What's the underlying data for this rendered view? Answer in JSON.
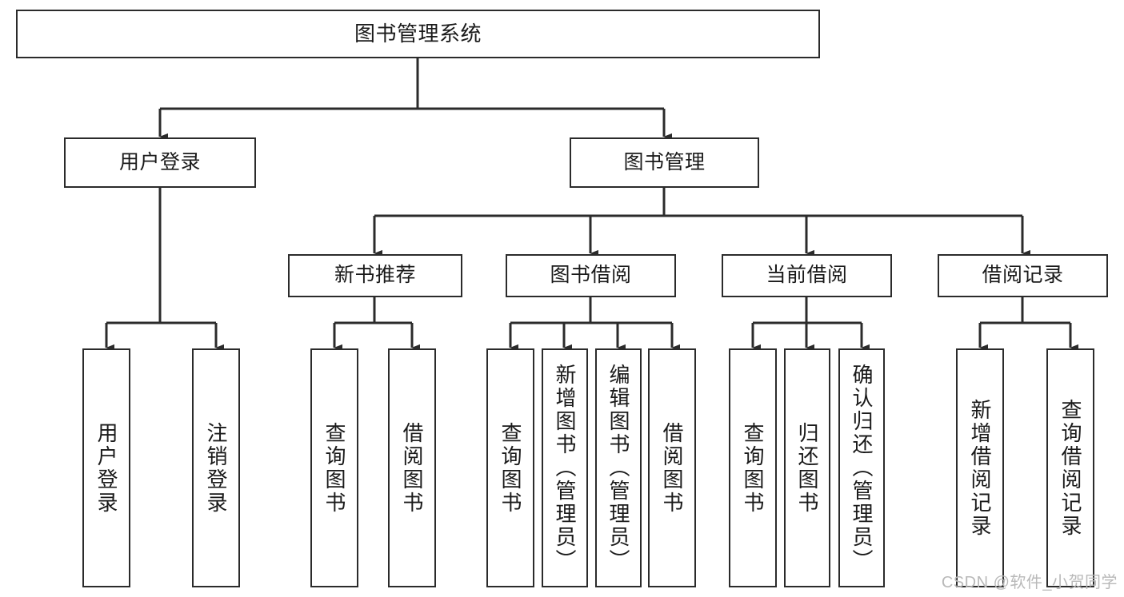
{
  "diagram": {
    "title": "图书管理系统",
    "root": {
      "id": "root",
      "label": "图书管理系统"
    },
    "level2": [
      {
        "id": "user-login",
        "label": "用户登录"
      },
      {
        "id": "book-manage",
        "label": "图书管理"
      }
    ],
    "level3": [
      {
        "id": "new-book-recommend",
        "label": "新书推荐",
        "parent": "book-manage"
      },
      {
        "id": "book-borrow",
        "label": "图书借阅",
        "parent": "book-manage"
      },
      {
        "id": "current-borrow",
        "label": "当前借阅",
        "parent": "book-manage"
      },
      {
        "id": "borrow-record",
        "label": "借阅记录",
        "parent": "book-manage"
      }
    ],
    "leaves": [
      {
        "id": "leaf-user-login",
        "label": "用户登录",
        "parent": "user-login"
      },
      {
        "id": "leaf-logout-login",
        "label": "注销登录",
        "parent": "user-login"
      },
      {
        "id": "leaf-query-book-1",
        "label": "查询图书",
        "parent": "new-book-recommend"
      },
      {
        "id": "leaf-borrow-book-1",
        "label": "借阅图书",
        "parent": "new-book-recommend"
      },
      {
        "id": "leaf-query-book-2",
        "label": "查询图书",
        "parent": "book-borrow"
      },
      {
        "id": "leaf-add-book",
        "label": "新增图书（管理员）",
        "parent": "book-borrow"
      },
      {
        "id": "leaf-edit-book",
        "label": "编辑图书（管理员）",
        "parent": "book-borrow"
      },
      {
        "id": "leaf-borrow-book-2",
        "label": "借阅图书",
        "parent": "book-borrow"
      },
      {
        "id": "leaf-query-book-3",
        "label": "查询图书",
        "parent": "current-borrow"
      },
      {
        "id": "leaf-return-book",
        "label": "归还图书",
        "parent": "current-borrow"
      },
      {
        "id": "leaf-confirm-return",
        "label": "确认归还（管理员）",
        "parent": "current-borrow"
      },
      {
        "id": "leaf-add-record",
        "label": "新增借阅记录",
        "parent": "borrow-record"
      },
      {
        "id": "leaf-query-record",
        "label": "查询借阅记录",
        "parent": "borrow-record"
      }
    ],
    "colors": {
      "stroke": "#2b2b2b",
      "fill": "#ffffff",
      "text": "#1a1a1a",
      "watermark": "#b9b9b9"
    }
  },
  "watermark": {
    "text": "CSDN @软件_小贺同学"
  }
}
